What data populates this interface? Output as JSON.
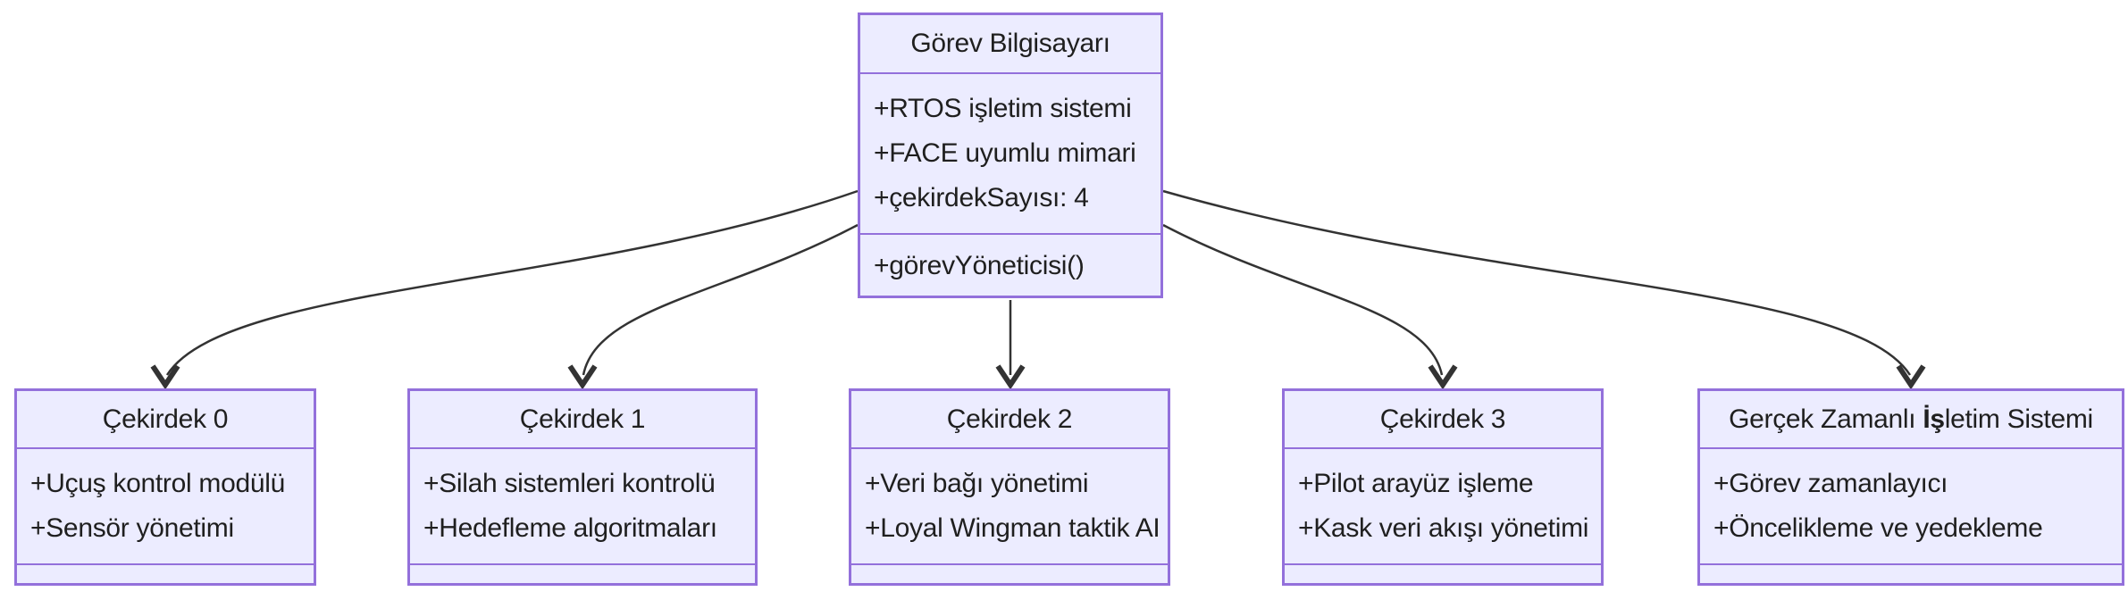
{
  "diagram": {
    "type": "uml-class-diagram",
    "colors": {
      "node_fill": "#ECECFF",
      "node_border": "#9370DB",
      "edge": "#333333",
      "text": "#1f1f1f",
      "background": "#ffffff"
    },
    "root": {
      "title": "Görev Bilgisayarı",
      "attributes": [
        "+RTOS işletim sistemi",
        "+FACE uyumlu mimari",
        "+çekirdekSayısı: 4"
      ],
      "methods": [
        "+görevYöneticisi()"
      ]
    },
    "children": [
      {
        "title": "Çekirdek 0",
        "attributes": [
          "+Uçuş kontrol modülü",
          "+Sensör yönetimi"
        ]
      },
      {
        "title": "Çekirdek 1",
        "attributes": [
          "+Silah sistemleri kontrolü",
          "+Hedefleme algoritmaları"
        ]
      },
      {
        "title": "Çekirdek 2",
        "attributes": [
          "+Veri bağı yönetimi",
          "+Loyal Wingman taktik AI"
        ]
      },
      {
        "title": "Çekirdek 3",
        "attributes": [
          "+Pilot arayüz işleme",
          "+Kask veri akışı yönetimi"
        ]
      },
      {
        "title_pre": "Gerçek Zamanlı ",
        "title_bold": "İş",
        "title_post": "letim Sistemi",
        "attributes": [
          "+Görev zamanlayıcı",
          "+Öncelikleme ve yedekleme"
        ]
      }
    ],
    "edges": [
      {
        "from": "Görev Bilgisayarı",
        "to": "Çekirdek 0"
      },
      {
        "from": "Görev Bilgisayarı",
        "to": "Çekirdek 1"
      },
      {
        "from": "Görev Bilgisayarı",
        "to": "Çekirdek 2"
      },
      {
        "from": "Görev Bilgisayarı",
        "to": "Çekirdek 3"
      },
      {
        "from": "Görev Bilgisayarı",
        "to": "Gerçek Zamanlı İşletim Sistemi"
      }
    ]
  }
}
